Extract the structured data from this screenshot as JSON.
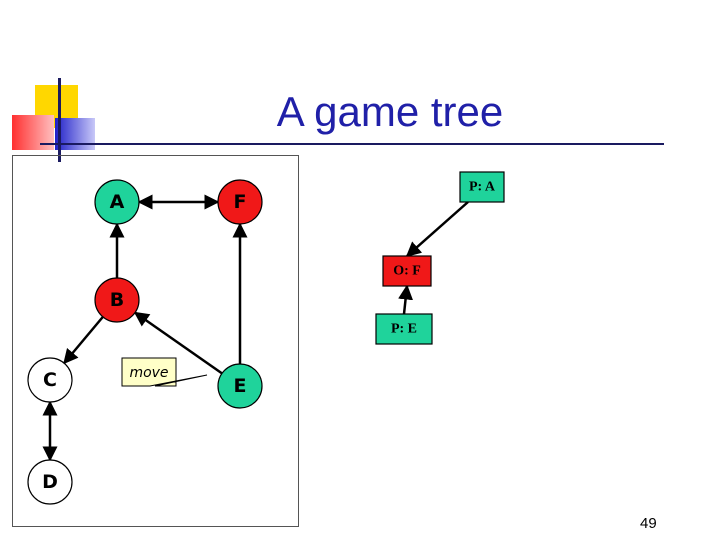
{
  "slide": {
    "title": "A game tree",
    "page_number": "49"
  },
  "colors": {
    "title": "#2020a8",
    "green_node": "#1fd39b",
    "red_node": "#f01818",
    "deco_yellow": "#ffd700",
    "deco_red": "#ff4040",
    "deco_blue": "#3a3ad8"
  },
  "graph": {
    "nodes": [
      {
        "id": "A",
        "label": "A",
        "color": "green"
      },
      {
        "id": "F",
        "label": "F",
        "color": "red"
      },
      {
        "id": "B",
        "label": "B",
        "color": "red"
      },
      {
        "id": "C",
        "label": "C",
        "color": "white"
      },
      {
        "id": "E",
        "label": "E",
        "color": "green"
      },
      {
        "id": "D",
        "label": "D",
        "color": "white"
      }
    ],
    "edges": [
      {
        "from": "A",
        "to": "F",
        "arrows": "both"
      },
      {
        "from": "B",
        "to": "A",
        "arrows": "end"
      },
      {
        "from": "B",
        "to": "C",
        "arrows": "end"
      },
      {
        "from": "E",
        "to": "B",
        "arrows": "end"
      },
      {
        "from": "E",
        "to": "F",
        "arrows": "end"
      },
      {
        "from": "C",
        "to": "D",
        "arrows": "both"
      }
    ],
    "callout": "move"
  },
  "tree": {
    "nodes": [
      {
        "id": "PA",
        "label": "P: A",
        "color": "green"
      },
      {
        "id": "OF",
        "label": "O: F",
        "color": "red"
      },
      {
        "id": "PE",
        "label": "P: E",
        "color": "green"
      }
    ],
    "edges": [
      {
        "from": "PA",
        "to": "OF",
        "arrows": "end"
      },
      {
        "from": "PE",
        "to": "OF",
        "arrows": "end"
      }
    ]
  }
}
